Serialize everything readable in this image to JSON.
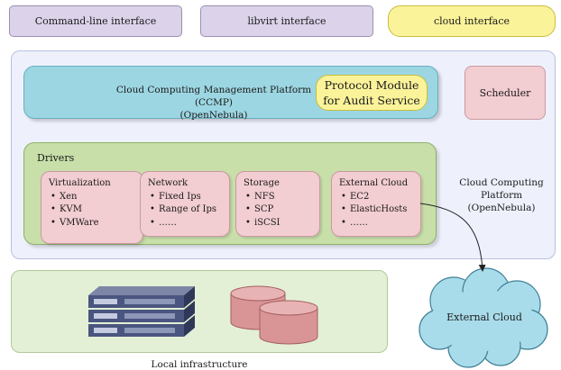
{
  "interfaces": {
    "cli": "Command-line interface",
    "libvirt": "libvirt interface",
    "cloud": "cloud interface"
  },
  "ccmp": {
    "line1": "Cloud Computing Management Platform (CCMP)",
    "line2": "(OpenNebula)"
  },
  "audit": {
    "line1": "Protocol Module",
    "line2": "for Audit Service"
  },
  "scheduler": "Scheduler",
  "drivers": {
    "title": "Drivers",
    "virtualization": {
      "title": "Virtualization",
      "items": [
        "Xen",
        "KVM",
        "VMWare"
      ]
    },
    "network": {
      "title": "Network",
      "items": [
        "Fixed Ips",
        "Range of Ips",
        "……"
      ]
    },
    "storage": {
      "title": "Storage",
      "items": [
        "NFS",
        "SCP",
        "iSCSI"
      ]
    },
    "external": {
      "title": "External Cloud",
      "items": [
        "EC2",
        "ElasticHosts",
        "……"
      ]
    }
  },
  "platform_label": {
    "line1": "Cloud Computing",
    "line2": "Platform",
    "line3": "(OpenNebula)"
  },
  "external_cloud": "External Cloud",
  "local_infrastructure": "Local infrastructure"
}
